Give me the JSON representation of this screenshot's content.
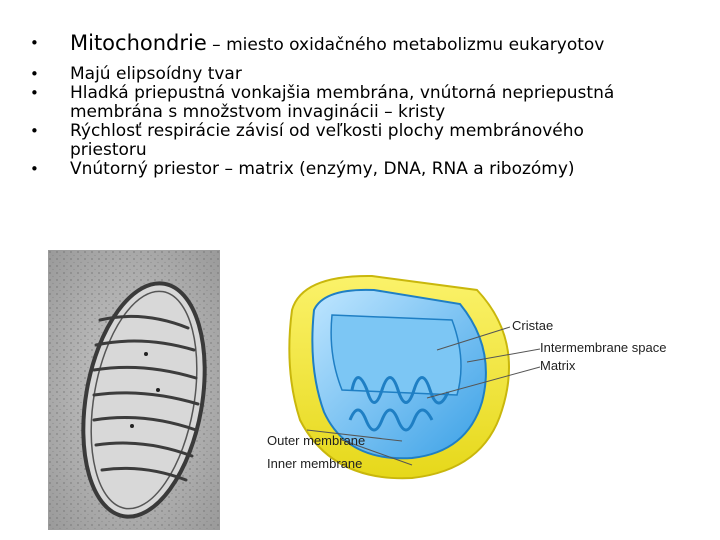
{
  "bullets": [
    {
      "term": "Mitochondrie",
      "rest": " – miesto oxidačného metabolizmu eukaryotov"
    },
    {
      "line1": "Majú elipsoídny tvar"
    },
    {
      "line1": "Hladká priepustná vonkajšia membrána, vnútorná nepriepustná",
      "line2": "membrána s množstvom invaginácii – kristy"
    },
    {
      "line1": "Rýchlosť respirácie závisí od veľkosti plochy membránového",
      "line2": "priestoru"
    },
    {
      "line1": "Vnútorný priestor – matrix (enzýmy, DNA, RNA a ribozómy)"
    }
  ],
  "diagram_labels": {
    "cristae": "Cristae",
    "intermembrane": "Intermembrane space",
    "matrix": "Matrix",
    "outer": "Outer membrane",
    "inner": "Inner membrane"
  },
  "colors": {
    "outer_membrane": "#f3ea2a",
    "inner_membrane": "#3aa0e6",
    "matrix_fill": "#9fd3f5"
  }
}
